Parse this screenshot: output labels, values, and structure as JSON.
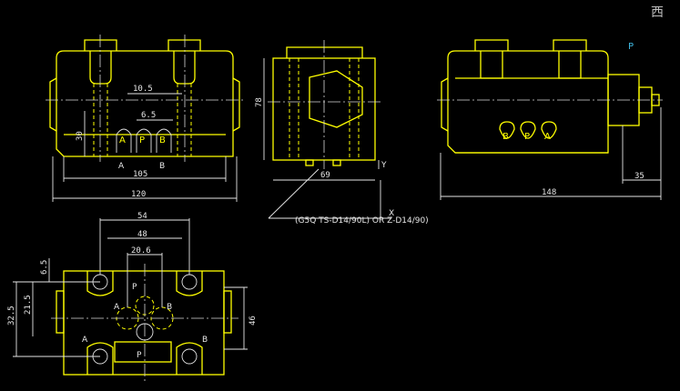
{
  "corner_text": "西",
  "front_view": {
    "dims": {
      "d1": "10.5",
      "d2": "6.5",
      "d3": "30",
      "d4": "105",
      "d5": "120"
    },
    "bubbles": [
      "A",
      "P",
      "B"
    ],
    "port_labels": [
      "A",
      "B"
    ]
  },
  "side_view": {
    "dims": {
      "h": "78",
      "w": "69"
    },
    "y_label": "Y",
    "x_label": "X",
    "callout": "(G5Q TS-D14/90L) OR Z-D14/90)"
  },
  "right_view": {
    "port_marker": "P",
    "bubbles": [
      "B",
      "P",
      "A"
    ],
    "dims": {
      "w": "148",
      "sw": "35"
    }
  },
  "bottom_view": {
    "dims": {
      "a": "54",
      "b": "48",
      "c": "20.6",
      "d": "6.5",
      "e": "21.5",
      "f": "32.5",
      "g": "46"
    },
    "port_labels": {
      "p": "P",
      "a": "A",
      "b": "B",
      "a2": "A",
      "b2": "B"
    }
  },
  "colors": {
    "outline": "#ffff00",
    "dimension": "#e6e6e6",
    "accent": "#3fb8e0",
    "background": "#000000"
  }
}
